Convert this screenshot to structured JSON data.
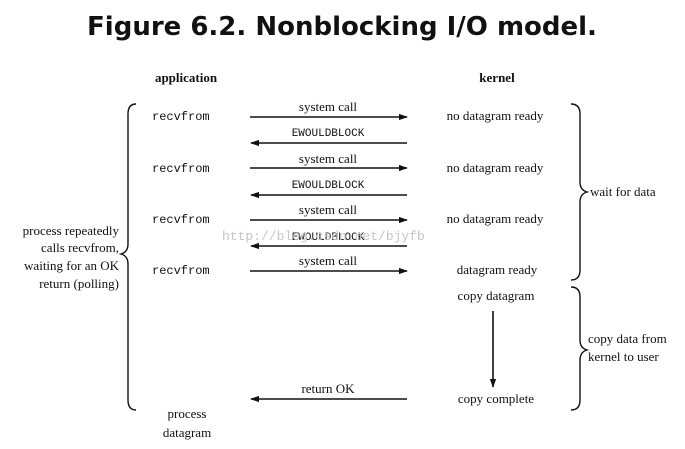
{
  "title": "Figure 6.2. Nonblocking I/O model.",
  "columns": {
    "application": "application",
    "kernel": "kernel"
  },
  "rows": [
    {
      "app_call": "recvfrom",
      "arrow_right": "system call",
      "kernel_state": "no datagram ready",
      "arrow_left": "EWOULDBLOCK"
    },
    {
      "app_call": "recvfrom",
      "arrow_right": "system call",
      "kernel_state": "no datagram ready",
      "arrow_left": "EWOULDBLOCK"
    },
    {
      "app_call": "recvfrom",
      "arrow_right": "system call",
      "kernel_state": "no datagram ready",
      "arrow_left": "EWOULDBLOCK"
    },
    {
      "app_call": "recvfrom",
      "arrow_right": "system call",
      "kernel_state": "datagram ready"
    }
  ],
  "copy_datagram": "copy datagram",
  "copy_complete": "copy complete",
  "return_ok": "return OK",
  "process_datagram": [
    "process",
    "datagram"
  ],
  "left_brace_label": [
    "process repeatedly",
    "calls recvfrom,",
    "waiting for an OK",
    "return (polling)"
  ],
  "wait_for_data": "wait for data",
  "copy_data_label": [
    "copy data from",
    "kernel to user"
  ],
  "watermark": "http://blog.csdn.net/bjyfb"
}
